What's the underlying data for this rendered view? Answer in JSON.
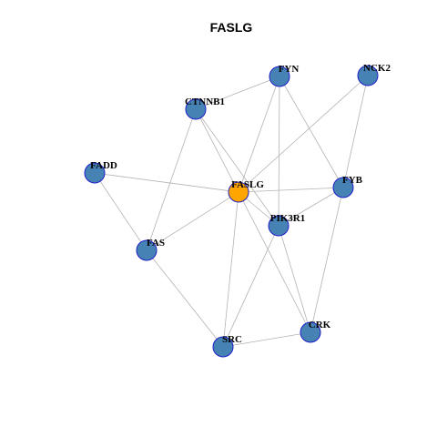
{
  "title": "FASLG",
  "colors": {
    "center_node": "#ffa500",
    "neighbor_node": "#4682b4",
    "node_border": "#1f1fc8",
    "edge": "#b3b3b3"
  },
  "nodes": [
    {
      "id": "FASLG",
      "label": "FASLG",
      "role": "center"
    },
    {
      "id": "FYN",
      "label": "FYN",
      "role": "neighbor"
    },
    {
      "id": "NCK2",
      "label": "NCK2",
      "role": "neighbor"
    },
    {
      "id": "CTNNB1",
      "label": "CTNNB1",
      "role": "neighbor"
    },
    {
      "id": "FADD",
      "label": "FADD",
      "role": "neighbor"
    },
    {
      "id": "FYB",
      "label": "FYB",
      "role": "neighbor"
    },
    {
      "id": "PIK3R1",
      "label": "PIK3R1",
      "role": "neighbor"
    },
    {
      "id": "FAS",
      "label": "FAS",
      "role": "neighbor"
    },
    {
      "id": "CRK",
      "label": "CRK",
      "role": "neighbor"
    },
    {
      "id": "SRC",
      "label": "SRC",
      "role": "neighbor"
    }
  ],
  "edges": [
    [
      "FASLG",
      "FYN"
    ],
    [
      "FASLG",
      "NCK2"
    ],
    [
      "FASLG",
      "CTNNB1"
    ],
    [
      "FASLG",
      "FADD"
    ],
    [
      "FASLG",
      "FYB"
    ],
    [
      "FASLG",
      "PIK3R1"
    ],
    [
      "FASLG",
      "FAS"
    ],
    [
      "FASLG",
      "CRK"
    ],
    [
      "FASLG",
      "SRC"
    ],
    [
      "CTNNB1",
      "FYN"
    ],
    [
      "CTNNB1",
      "FAS"
    ],
    [
      "CTNNB1",
      "PIK3R1"
    ],
    [
      "FYN",
      "PIK3R1"
    ],
    [
      "FYN",
      "FYB"
    ],
    [
      "NCK2",
      "FYB"
    ],
    [
      "FADD",
      "FAS"
    ],
    [
      "FYB",
      "PIK3R1"
    ],
    [
      "FYB",
      "CRK"
    ],
    [
      "PIK3R1",
      "CRK"
    ],
    [
      "PIK3R1",
      "SRC"
    ],
    [
      "FAS",
      "SRC"
    ],
    [
      "SRC",
      "CRK"
    ]
  ]
}
